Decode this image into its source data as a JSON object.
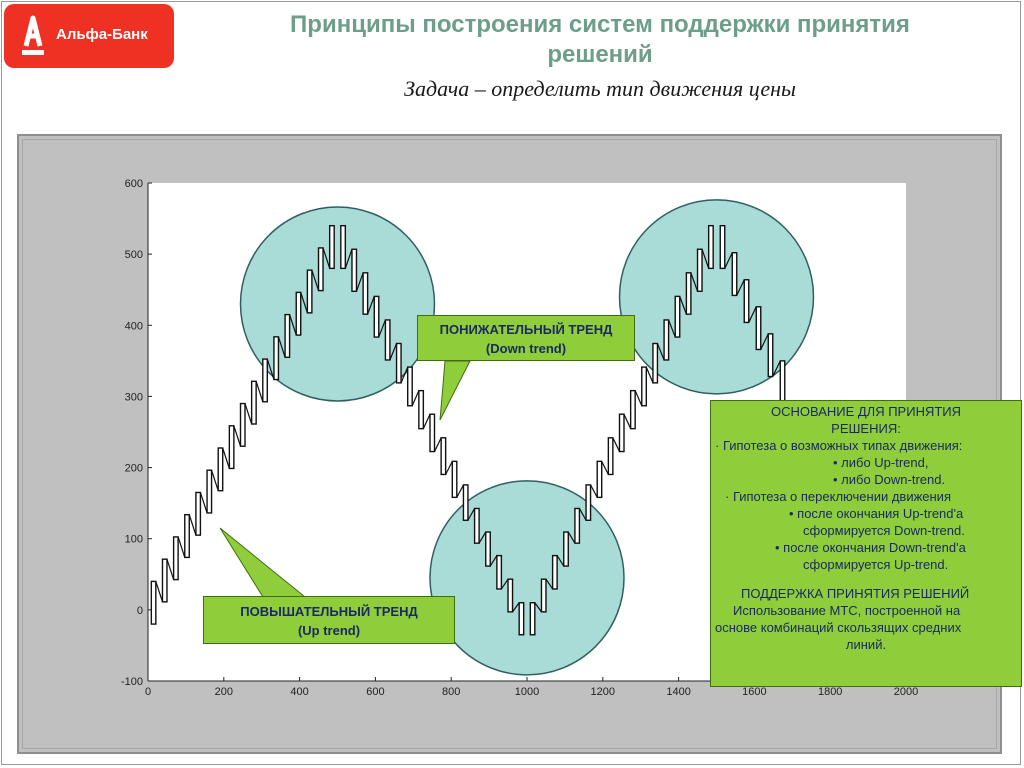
{
  "header": {
    "bank_name": "Альфа-Банк",
    "logo_letter": "A",
    "title_line1": "Принципы построения систем поддержки принятия",
    "title_line2": "решений",
    "subtitle": "Задача – определить тип движения цены"
  },
  "chart_data": {
    "type": "line",
    "x_ticks": [
      0,
      200,
      400,
      600,
      800,
      1000,
      1200,
      1400,
      1600,
      1800,
      2000
    ],
    "y_ticks": [
      600,
      500,
      400,
      300,
      200,
      100,
      0,
      -100
    ],
    "xlim": [
      0,
      2000
    ],
    "ylim": [
      -100,
      600
    ],
    "grid": false,
    "series": [
      {
        "type": "renko-zigzag",
        "segments": [
          {
            "x_start": 0,
            "x_end": 500,
            "y_low_start": -20,
            "y_high_start": 40,
            "y_low_end": 480,
            "y_high_end": 540
          },
          {
            "x_start": 500,
            "x_end": 1000,
            "y_low_start": 480,
            "y_high_start": 540,
            "y_low_end": -35,
            "y_high_end": 10
          },
          {
            "x_start": 1000,
            "x_end": 1500,
            "y_low_start": -35,
            "y_high_start": 10,
            "y_low_end": 480,
            "y_high_end": 540
          },
          {
            "x_start": 1500,
            "x_end": 1690,
            "y_low_start": 480,
            "y_high_start": 540,
            "y_low_end": 290,
            "y_high_end": 350
          }
        ]
      }
    ],
    "highlights": [
      {
        "x": 500,
        "y": 430
      },
      {
        "x": 1000,
        "y": 45
      },
      {
        "x": 1500,
        "y": 440
      }
    ]
  },
  "callouts": {
    "down": {
      "line1": "ПОНИЖАТЕЛЬНЫЙ ТРЕНД",
      "line2": "(Down trend)"
    },
    "up": {
      "line1": "ПОВЫШАТЕЛЬНЫЙ ТРЕНД",
      "line2": "(Up trend)"
    }
  },
  "info": {
    "heading1": "ОСНОВАНИЕ ДЛЯ ПРИНЯТИЯ",
    "heading2": "РЕШЕНИЯ:",
    "h1": "· Гипотеза о возможных типах движения:",
    "h1a": "• либо Up-trend,",
    "h1b": "• либо Down-trend.",
    "h2": "· Гипотеза о переключении движения",
    "h2a1": "• после окончания Up-trend'а",
    "h2a2": "сформируется Down-trend.",
    "h2b1": "• после окончания Down-trend'а",
    "h2b2": "сформируется Up-trend.",
    "support_heading": "ПОДДЕРЖКА ПРИНЯТИЯ РЕШЕНИЙ",
    "support1": "Использование МТС, построенной на",
    "support2": "основе комбинаций  скользящих средних",
    "support3": "линий."
  }
}
